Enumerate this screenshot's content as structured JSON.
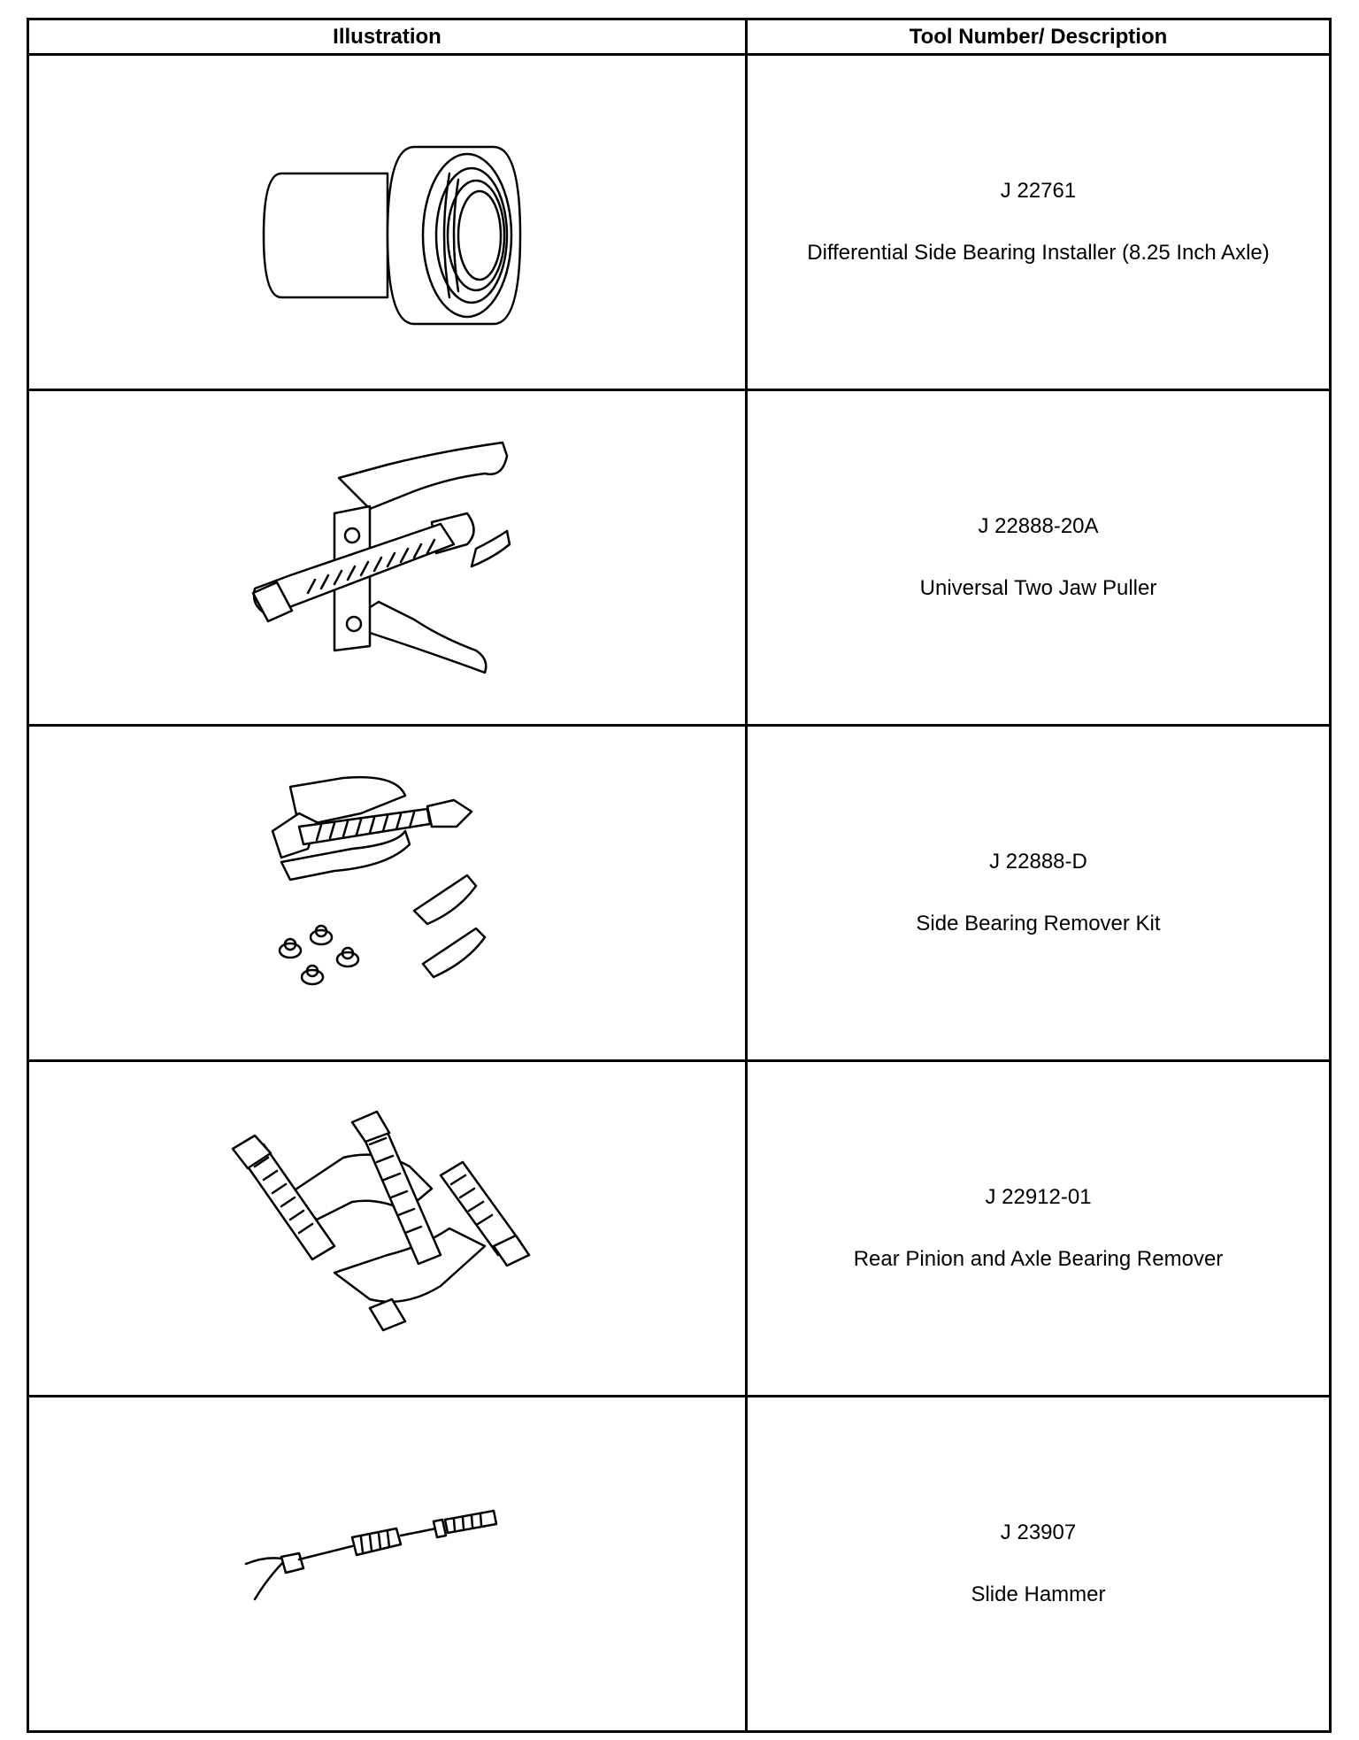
{
  "table": {
    "headers": {
      "illustration": "Illustration",
      "tool": "Tool Number/ Description"
    },
    "rows": [
      {
        "number": "J 22761",
        "description": "Differential Side Bearing Installer (8.25 Inch Axle)",
        "icon": "bearing-installer-icon"
      },
      {
        "number": "J 22888-20A",
        "description": "Universal Two Jaw Puller",
        "icon": "two-jaw-puller-icon"
      },
      {
        "number": "J 22888-D",
        "description": "Side Bearing Remover Kit",
        "icon": "side-bearing-remover-kit-icon"
      },
      {
        "number": "J 22912-01",
        "description": "Rear Pinion and Axle Bearing Remover",
        "icon": "bearing-separator-icon"
      },
      {
        "number": "J 23907",
        "description": "Slide Hammer",
        "icon": "slide-hammer-icon"
      }
    ]
  }
}
